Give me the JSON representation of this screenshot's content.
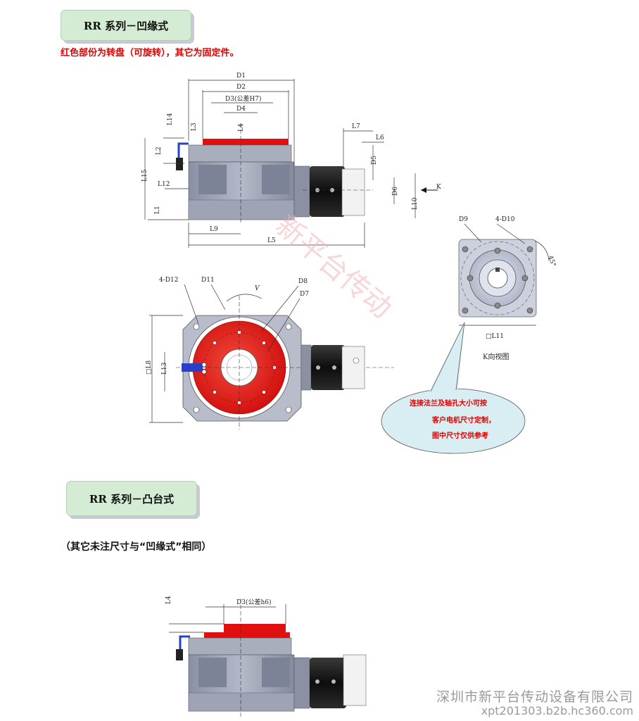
{
  "sections": [
    {
      "title": "RR 系列－凹缘式"
    },
    {
      "title": "RR 系列－凸台式"
    }
  ],
  "notes": {
    "red_parts": "红色部份为转盘（可旋转），其它为固定件。",
    "other_dims": "（其它未注尺寸与“凹缘式”相同）"
  },
  "callout": {
    "line1": "连接法兰及轴孔大小可按",
    "line2": "客户电机尺寸定制，",
    "line3": "图中尺寸仅供参考"
  },
  "labels": {
    "D1": "D1",
    "D2": "D2",
    "D3": "D3(公差H7)",
    "D4": "D4",
    "L4": "L4",
    "L3": "L3",
    "L14": "L14",
    "L2": "L2",
    "L15": "L15",
    "L12": "L12",
    "L1": "L1",
    "L9": "L9",
    "L5": "L5",
    "L7": "L7",
    "L6": "L6",
    "D5": "D5",
    "D6": "D6",
    "L10": "L10",
    "K": "K",
    "D9": "D9",
    "D10": "4-D10",
    "deg45": "45°",
    "L11": "□L11",
    "kview": "K向视图",
    "D12": "4-D12",
    "D11": "D11",
    "V": "V",
    "D8": "D8",
    "D7": "D7",
    "L18": "□L8",
    "L13": "L13",
    "D3h6": "D3(公差h6)",
    "L4b": "L4"
  },
  "watermark": "新平台传动",
  "footer": {
    "company": "深圳市新平台传动设备有限公司",
    "site": "xpt201303.b2b.hc360.com"
  },
  "colors": {
    "turntable": "#e01010",
    "housing": "#9aa0b2",
    "motor": "#1a1a1a",
    "bracket": "#2a3fc8",
    "callout_fill": "#d9eef2",
    "badge_fill": "#d4ecd3"
  }
}
